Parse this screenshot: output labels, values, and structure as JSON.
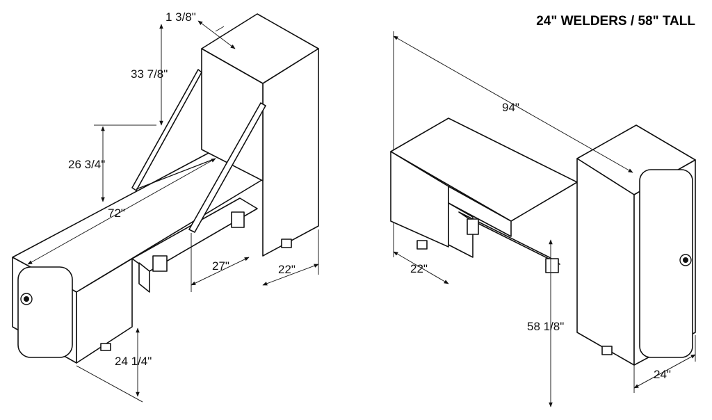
{
  "title": "24\" WELDERS / 58\" TALL",
  "left_view": {
    "dimensions": {
      "width_rail": "1 3/8\"",
      "tower_offset": "33 7/8\"",
      "chest_height": "26 3/4\"",
      "overall_length": "72\"",
      "bottom_gap": "27\"",
      "tower_depth": "22\"",
      "chest_base": "24 1/4\""
    }
  },
  "right_view": {
    "dimensions": {
      "overall_length": "94\"",
      "depth": "22\"",
      "height": "58 1/8\"",
      "tower_width": "24\""
    }
  },
  "colors": {
    "line": "#111111",
    "background": "#ffffff"
  },
  "icons": [
    "lock-handle-icon",
    "arrowhead-icon"
  ]
}
